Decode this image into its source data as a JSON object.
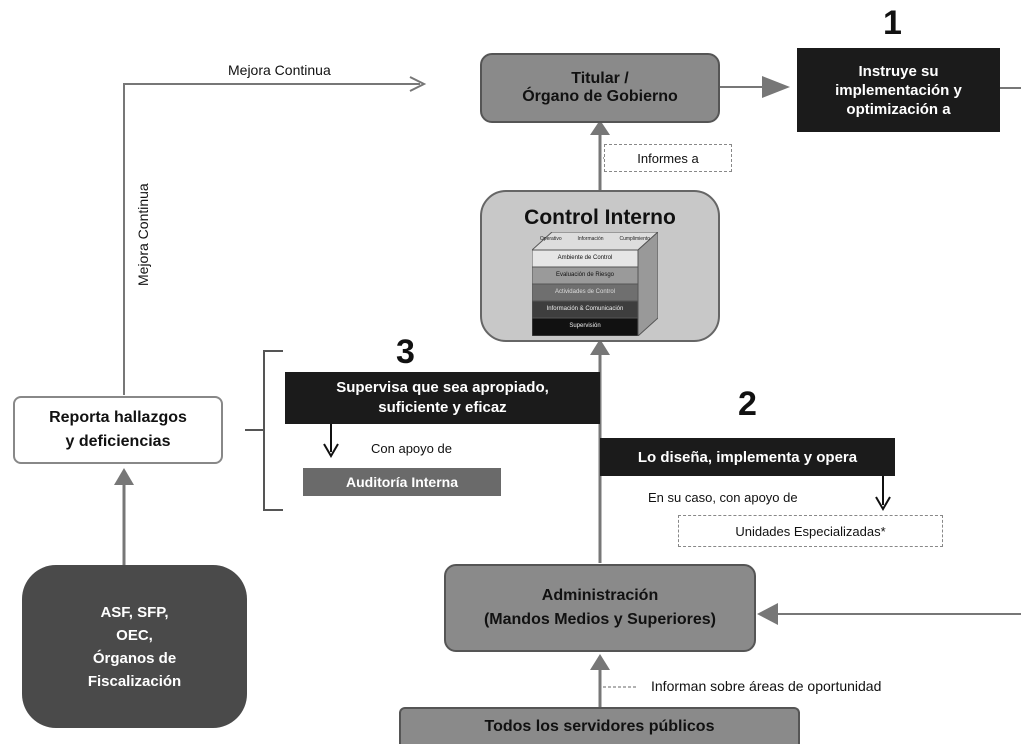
{
  "titular": {
    "line1": "Titular /",
    "line2": "Órgano de Gobierno"
  },
  "step1": {
    "number": "1",
    "line1": "Instruye su",
    "line2": "implementación y",
    "line3": "optimización a"
  },
  "informes": "Informes  a",
  "control_interno": {
    "title": "Control Interno",
    "cube_top_labels": [
      "Operativo",
      "Información",
      "Cumplimiento"
    ],
    "cube_layers": [
      "Ambiente de Control",
      "Evaluación de Riesgo",
      "Actividades de Control",
      "Información & Comunicación",
      "Supervisión"
    ]
  },
  "mejora_continua_h": "Mejora Continua",
  "mejora_continua_v": "Mejora Continua",
  "reporta": {
    "line1": "Reporta hallazgos",
    "line2": "y deficiencias"
  },
  "step3": {
    "number": "3",
    "line1": "Supervisa que sea apropiado,",
    "line2": "suficiente y eficaz"
  },
  "con_apoyo": "Con apoyo de",
  "auditoria": "Auditoría Interna",
  "step2": {
    "number": "2",
    "label": "Lo diseña, implementa y opera"
  },
  "en_su_caso": "En su caso, con apoyo de",
  "unidades": "Unidades  Especializadas*",
  "asf": {
    "line1": "ASF, SFP,",
    "line2": "OEC,",
    "line3": "Órganos de",
    "line4": "Fiscalización"
  },
  "administracion": {
    "line1": "Administración",
    "line2": "(Mandos Medios y Superiores)"
  },
  "informan": "Informan sobre áreas de oportunidad",
  "todos": "Todos los servidores públicos"
}
